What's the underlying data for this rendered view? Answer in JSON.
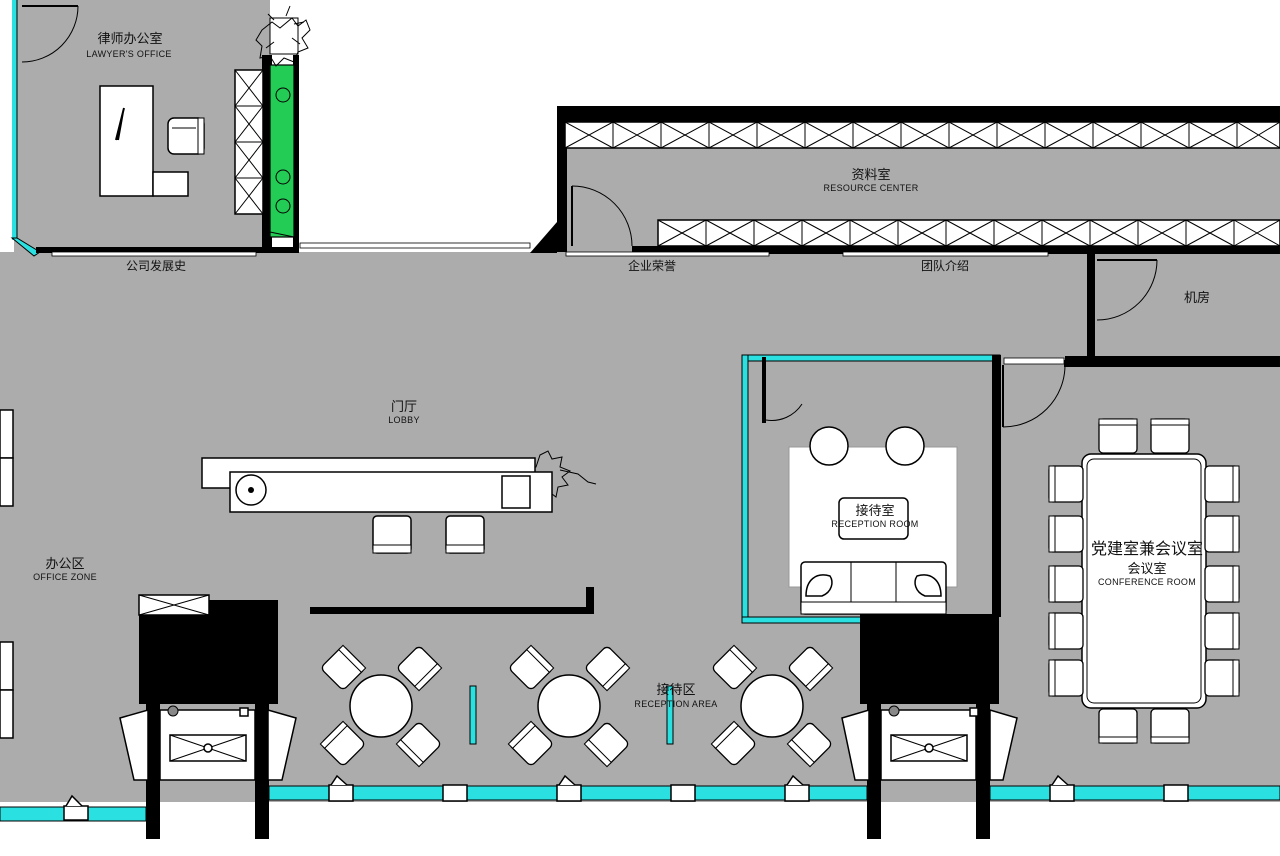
{
  "rooms": {
    "lawyer_office": {
      "zh": "律师办公室",
      "en": "LAWYER'S OFFICE"
    },
    "resource_center": {
      "zh": "资料室",
      "en": "RESOURCE CENTER"
    },
    "server_room": {
      "zh": "机房"
    },
    "lobby": {
      "zh": "门厅",
      "en": "LOBBY"
    },
    "reception_room": {
      "zh": "接待室",
      "en": "RECEPTION ROOM"
    },
    "conference_room": {
      "zh_main": "党建室兼会议室",
      "zh": "会议室",
      "en": "CONFERENCE ROOM"
    },
    "office_zone": {
      "zh": "办公区",
      "en": "OFFICE ZONE"
    },
    "reception_area": {
      "zh": "接待区",
      "en": "RECEPTION AREA"
    }
  },
  "wall_displays": {
    "history": "公司发展史",
    "honors": "企业荣誉",
    "team": "团队介绍"
  },
  "colors": {
    "floor": "#acacac",
    "wall": "#000000",
    "glass": "#2ae0e0",
    "planter": "#22cc55",
    "furniture": "#ffffff"
  }
}
